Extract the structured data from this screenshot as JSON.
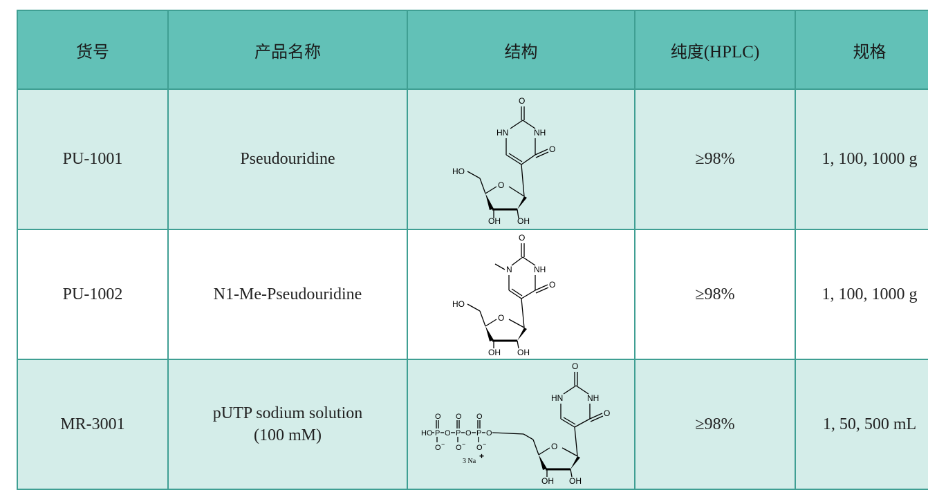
{
  "headers": {
    "sku": "货号",
    "name": "产品名称",
    "structure": "结构",
    "purity_cn": "纯度",
    "purity_method": "(HPLC)",
    "spec": "规格"
  },
  "rows": [
    {
      "sku": "PU-1001",
      "name": "Pseudouridine",
      "name_line2": "",
      "structure": "pseudouridine-structure",
      "purity": "≥98%",
      "spec": "1, 100, 1000 g"
    },
    {
      "sku": "PU-1002",
      "name": "N1-Me-Pseudouridine",
      "name_line2": "",
      "structure": "n1-methyl-pseudouridine-structure",
      "purity": "≥98%",
      "spec": "1, 100, 1000 g"
    },
    {
      "sku": "MR-3001",
      "name": "pUTP sodium solution",
      "name_line2": "(100 mM)",
      "structure": "putp-structure",
      "purity": "≥98%",
      "spec": "1, 50, 500 mL"
    }
  ],
  "structure_labels": {
    "o": "O",
    "hn": "HN",
    "nh": "NH",
    "n": "N",
    "ho": "HO",
    "oh": "OH",
    "p": "P",
    "o_minus": "O",
    "minus": "−",
    "ho_phosphate": "HO",
    "na": "3 Na",
    "plus": "+"
  },
  "colors": {
    "header_bg": "#62c1b7",
    "row_tint": "#d4ede9",
    "border": "#3f9f93"
  }
}
